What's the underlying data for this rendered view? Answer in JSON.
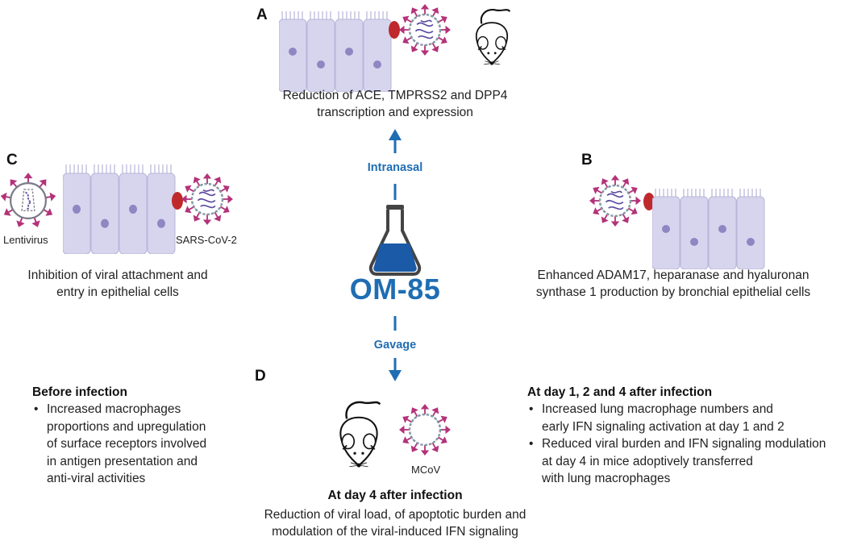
{
  "center": {
    "title": "OM-85",
    "route_up": "Intranasal",
    "route_down": "Gavage"
  },
  "panel_a": {
    "letter": "A",
    "caption_line1": "Reduction of ACE, TMPRSS2 and DPP4",
    "caption_line2": "transcription and expression"
  },
  "panel_b": {
    "letter": "B",
    "caption_line1": "Enhanced ADAM17, heparanase and hyaluronan",
    "caption_line2": "synthase 1 production by bronchial epithelial cells"
  },
  "panel_c": {
    "letter": "C",
    "label_left_virus": "Lentivirus",
    "label_right_virus": "SARS-CoV-2",
    "caption_line1": "Inhibition of viral attachment and",
    "caption_line2": "entry  in epithelial cells"
  },
  "panel_d": {
    "letter": "D",
    "virus_label": "MCoV",
    "heading": "At day 4 after infection",
    "caption_line1": "Reduction of viral load, of apoptotic burden and",
    "caption_line2": "modulation of the viral-induced IFN signaling"
  },
  "left_block": {
    "heading": "Before infection",
    "bullets": [
      "Increased macrophages\nproportions and upregulation\nof surface receptors involved\nin antigen presentation and\nanti-viral activities"
    ]
  },
  "right_block": {
    "heading": "At day 1, 2 and 4 after infection",
    "bullets": [
      "Increased lung macrophage numbers and\nearly IFN signaling activation at day 1 and 2",
      "Reduced viral burden and IFN signaling modulation\nat day 4 in mice adoptively transferred\nwith lung macrophages"
    ]
  },
  "colors": {
    "accent_blue": "#1f6db3",
    "flask_liquid": "#1a5aa6",
    "cell_fill": "#d7d5ee",
    "nucleus": "#8f86c2",
    "receptor_red": "#c0292b",
    "spike_magenta": "#b3337a"
  }
}
